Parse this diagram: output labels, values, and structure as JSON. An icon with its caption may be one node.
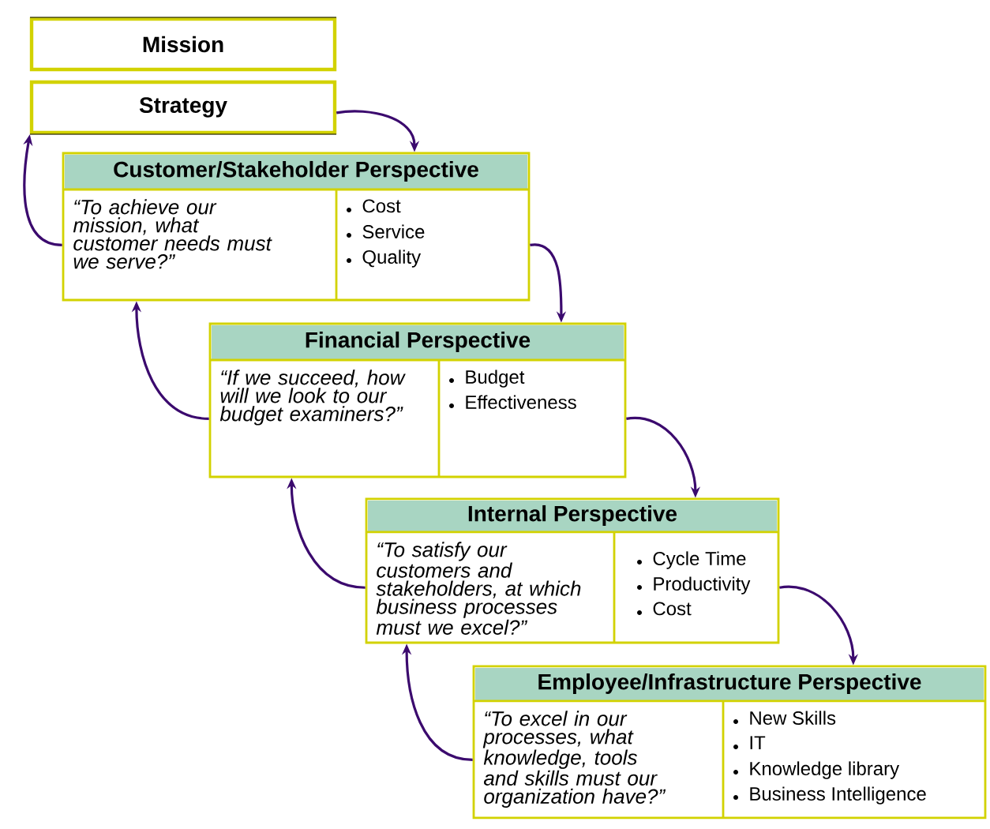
{
  "diagram": {
    "nodes": [
      {
        "text": [
          "Mission"
        ]
      },
      {
        "text": [
          "Strategy"
        ]
      },
      {
        "text": [
          "Customer/Stakeholder Perspective",
          "“To achieve our mission, what customer needs must we serve?”",
          "Cost",
          "Service",
          "Quality"
        ]
      },
      {
        "text": [
          "Financial Perspective",
          "“If we succeed, how will we look to our budget examiners?”",
          "Budget",
          "Effectiveness"
        ]
      },
      {
        "text": [
          "Internal Perspective",
          "“To satisfy our customers and stakeholders, at which business processes must we excel?”",
          "Cycle Time",
          "Productivity",
          "Cost"
        ]
      },
      {
        "text": [
          "Employee/Infrastructure Perspective",
          "“To excel in our processes, what knowledge, tools and skills must our organization have?”",
          "New Skills",
          "IT",
          "Knowledge library",
          "Business Intelligence"
        ]
      }
    ],
    "edges": [
      {
        "from": 1,
        "to": 2,
        "arrow": "to"
      },
      {
        "from": 2,
        "to": 3,
        "arrow": "to"
      },
      {
        "from": 3,
        "to": 4,
        "arrow": "to"
      },
      {
        "from": 4,
        "to": 5,
        "arrow": "to"
      },
      {
        "from": 2,
        "to": 1,
        "arrow": "to"
      },
      {
        "from": 3,
        "to": 2,
        "arrow": "to"
      },
      {
        "from": 4,
        "to": 3,
        "arrow": "to"
      },
      {
        "from": 5,
        "to": 4,
        "arrow": "to"
      }
    ]
  }
}
